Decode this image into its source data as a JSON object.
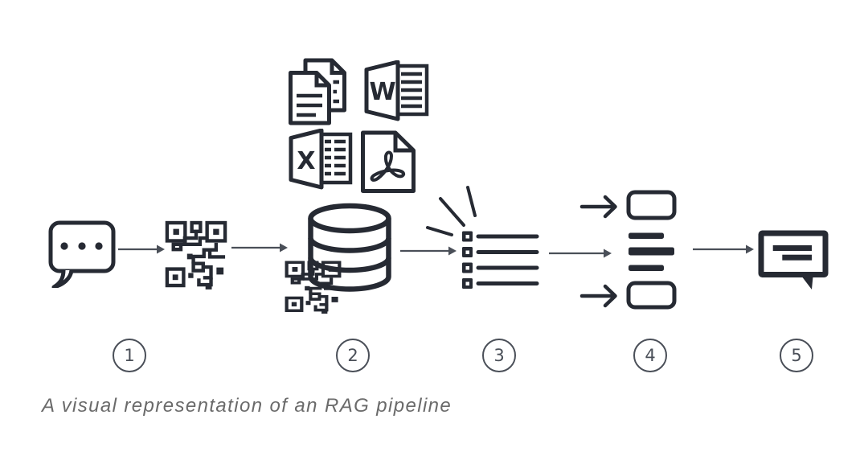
{
  "page": {
    "background": "#ffffff",
    "caption": "A visual representation of an RAG pipeline"
  },
  "colors": {
    "icon_ink": "#262a33",
    "connector_gray": "#4a4f58",
    "caption_gray": "#6a6a6a"
  },
  "pipeline": {
    "steps": [
      {
        "number": "1",
        "icon": "query-chat-bubble-icon"
      },
      {
        "number": "2",
        "icon": "document-database-icon"
      },
      {
        "number": "3",
        "icon": "retrieved-chunks-list-icon"
      },
      {
        "number": "4",
        "icon": "context-merge-icon"
      },
      {
        "number": "5",
        "icon": "answer-chat-bubble-icon"
      }
    ],
    "file_labels": {
      "word": "W",
      "excel": "X"
    },
    "source_icons": [
      "copied-documents-icon",
      "word-file-icon",
      "excel-file-icon",
      "pdf-file-icon"
    ],
    "embedding_icons": [
      "embedding-qr-icon",
      "embedded-chunk-qr-icon"
    ],
    "connector_icons": [
      "flow-arrow-icon"
    ]
  }
}
